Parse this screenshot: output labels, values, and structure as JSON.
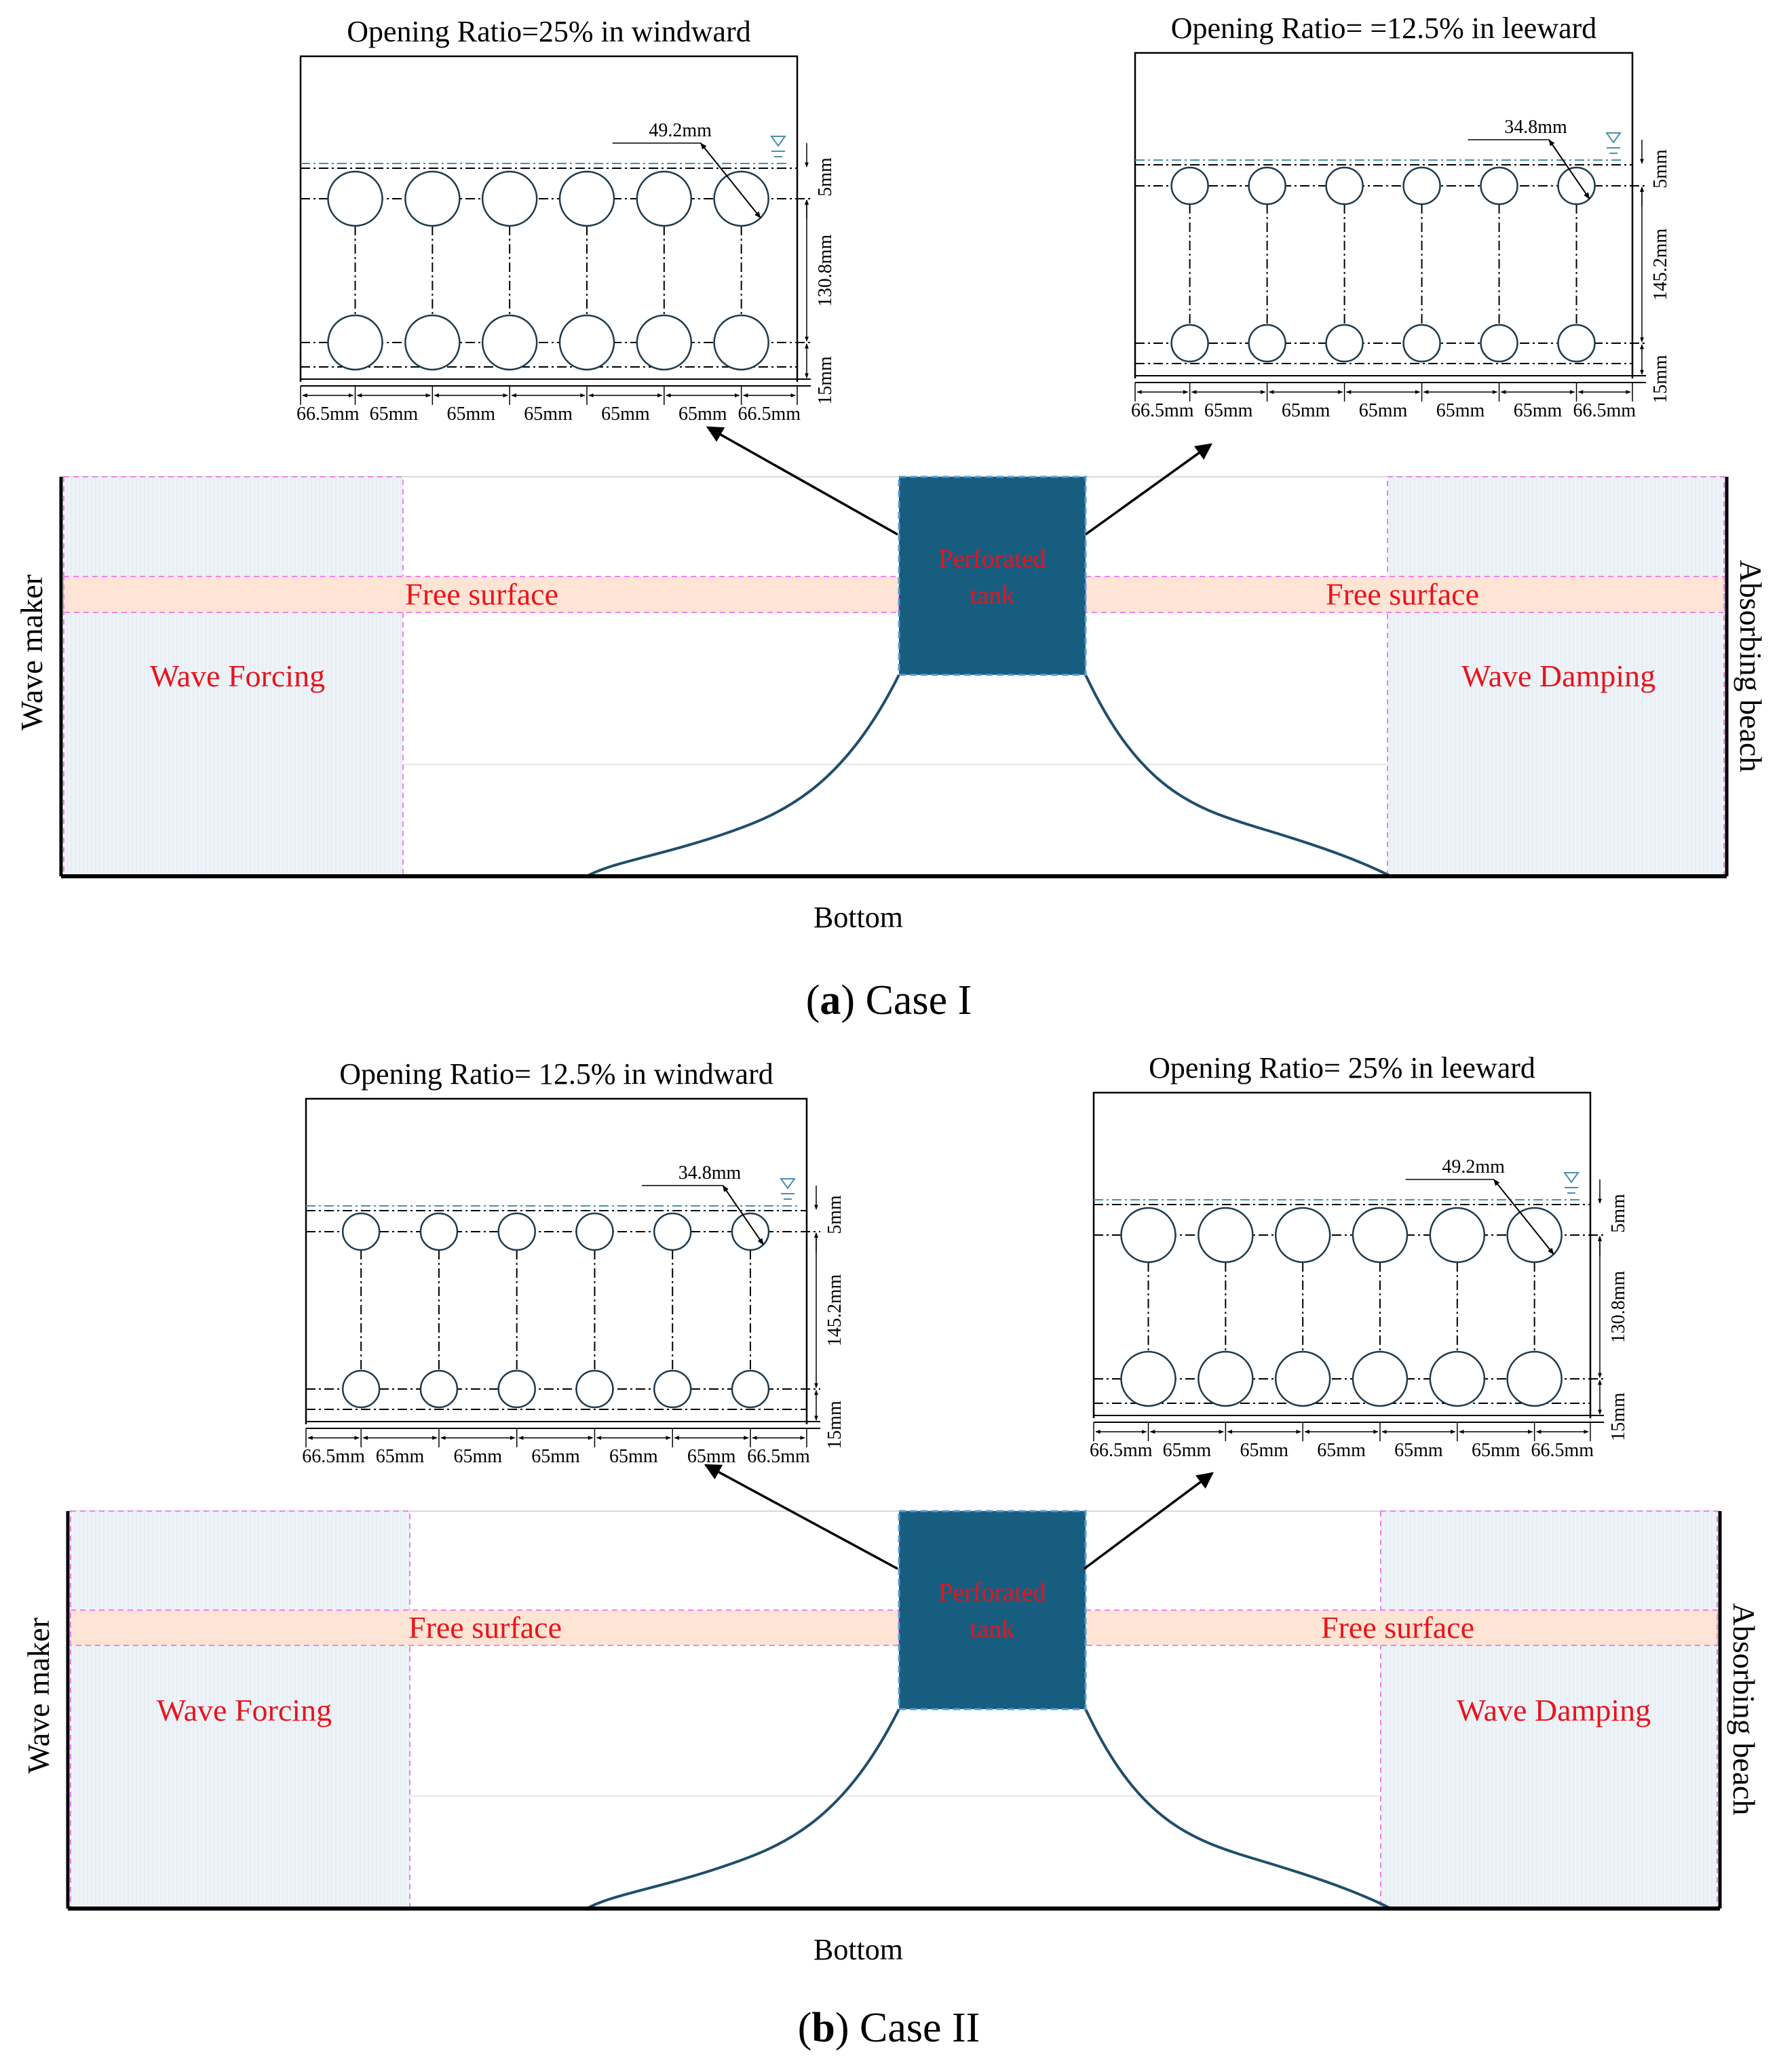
{
  "colors": {
    "tank": "#175d80",
    "tank_border": "#5b9bd5",
    "slope": "#1f4e6b",
    "zone_fill": "#eef3f8",
    "zone_border": "#ee82ee",
    "free_surface_fill": "#fde4d4",
    "label_red": "#e8141c",
    "line": "#000000",
    "hole": "#1f3a4d",
    "water_level": "#4a90a8"
  },
  "panels": [
    {
      "id": "a",
      "caption_letter": "a",
      "caption_text": "Case I",
      "flume": {
        "wave_maker": "Wave maker",
        "absorbing_beach": "Absorbing beach",
        "wave_forcing": "Wave Forcing",
        "wave_damping": "Wave Damping",
        "free_surface_left": "Free surface",
        "free_surface_right": "Free surface",
        "tank_line1": "Perforated",
        "tank_line2": "tank",
        "bottom": "Bottom"
      },
      "insets": [
        {
          "id": "a-windward",
          "title": "Opening Ratio=25% in windward",
          "diameter_label": "49.2mm",
          "top_dim": "5mm",
          "mid_dim": "130.8mm",
          "bot_dim": "15mm",
          "spacing_labels": [
            "66.5mm",
            "65mm",
            "65mm",
            "65mm",
            "65mm",
            "65mm",
            "66.5mm"
          ],
          "hole_rows": 2,
          "holes_per_row": 6,
          "hole_size": "large"
        },
        {
          "id": "a-leeward",
          "title": "Opening Ratio= =12.5% in leeward",
          "diameter_label": "34.8mm",
          "top_dim": "5mm",
          "mid_dim": "145.2mm",
          "bot_dim": "15mm",
          "spacing_labels": [
            "66.5mm",
            "65mm",
            "65mm",
            "65mm",
            "65mm",
            "65mm",
            "66.5mm"
          ],
          "hole_rows": 2,
          "holes_per_row": 6,
          "hole_size": "small"
        }
      ]
    },
    {
      "id": "b",
      "caption_letter": "b",
      "caption_text": "Case II",
      "flume": {
        "wave_maker": "Wave maker",
        "absorbing_beach": "Absorbing beach",
        "wave_forcing": "Wave Forcing",
        "wave_damping": "Wave Damping",
        "free_surface_left": "Free surface",
        "free_surface_right": "Free surface",
        "tank_line1": "Perforated",
        "tank_line2": "tank",
        "bottom": "Bottom"
      },
      "insets": [
        {
          "id": "b-windward",
          "title": "Opening Ratio= 12.5% in windward",
          "diameter_label": "34.8mm",
          "top_dim": "5mm",
          "mid_dim": "145.2mm",
          "bot_dim": "15mm",
          "spacing_labels": [
            "66.5mm",
            "65mm",
            "65mm",
            "65mm",
            "65mm",
            "65mm",
            "66.5mm"
          ],
          "hole_rows": 2,
          "holes_per_row": 6,
          "hole_size": "small"
        },
        {
          "id": "b-leeward",
          "title": "Opening Ratio= 25% in leeward",
          "diameter_label": "49.2mm",
          "top_dim": "5mm",
          "mid_dim": "130.8mm",
          "bot_dim": "15mm",
          "spacing_labels": [
            "66.5mm",
            "65mm",
            "65mm",
            "65mm",
            "65mm",
            "65mm",
            "66.5mm"
          ],
          "hole_rows": 2,
          "holes_per_row": 6,
          "hole_size": "large"
        }
      ]
    }
  ]
}
